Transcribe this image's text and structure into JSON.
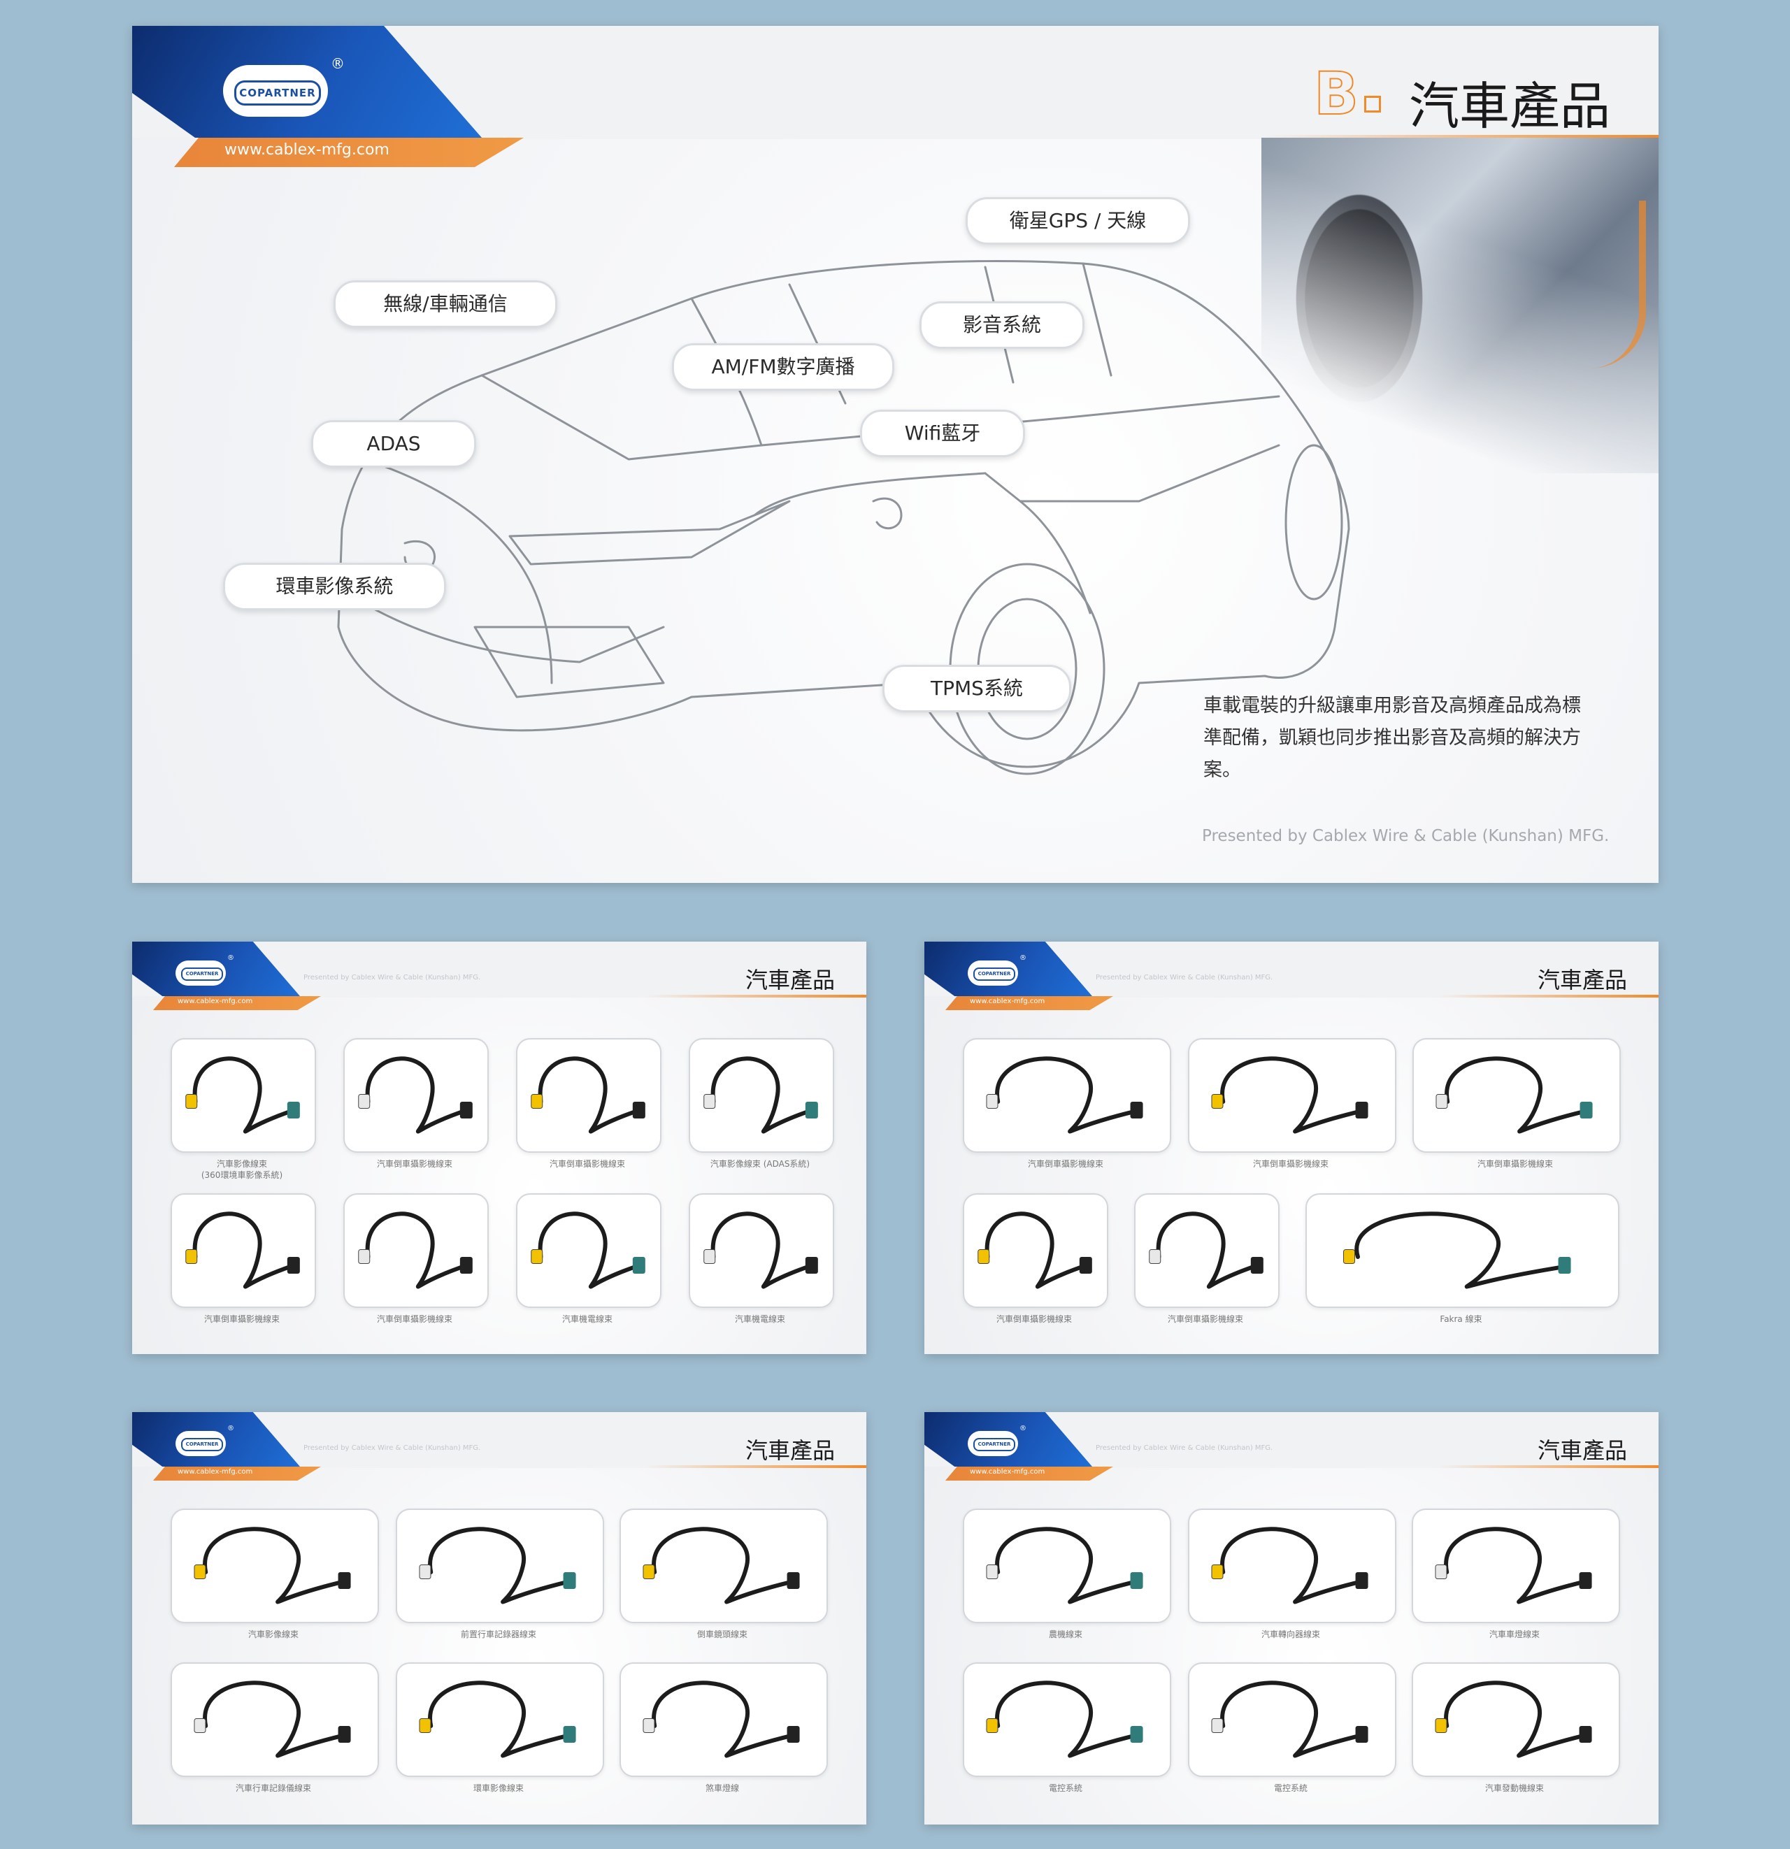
{
  "brand": {
    "logo_text": "COPARTNER",
    "registered": "®",
    "url": "www.cablex-mfg.com"
  },
  "hero": {
    "section_mark": "B",
    "title": "汽車產品",
    "labels": {
      "gps": "衛星GPS / 天線",
      "wireless": "無線/車輛通信",
      "av": "影音系統",
      "amfm": "AM/FM數字廣播",
      "wifi": "Wifi藍牙",
      "adas": "ADAS",
      "surround": "環車影像系統",
      "tpms": "TPMS系統"
    },
    "description": "車載電裝的升級讓車用影音及高頻產品成為標準配備，凱穎也同步推出影音及高頻的解決方案。",
    "presented": "Presented by Cablex Wire & Cable (Kunshan) MFG."
  },
  "slides": [
    {
      "title": "汽車產品",
      "presented": "Presented by Cablex Wire & Cable (Kunshan) MFG.",
      "captions": [
        "汽車影像線束\n(360環境車影像系統)",
        "汽車倒車攝影機線束",
        "汽車倒車攝影機線束",
        "汽車影像線束 (ADAS系統)",
        "汽車倒車攝影機線束",
        "汽車倒車攝影機線束",
        "汽車機電線束",
        "汽車機電線束"
      ]
    },
    {
      "title": "汽車產品",
      "presented": "Presented by Cablex Wire & Cable (Kunshan) MFG.",
      "captions": [
        "汽車倒車攝影機線束",
        "汽車倒車攝影機線束",
        "汽車倒車攝影機線束",
        "汽車倒車攝影機線束",
        "汽車倒車攝影機線束",
        "Fakra 線束"
      ]
    },
    {
      "title": "汽車產品",
      "presented": "Presented by Cablex Wire & Cable (Kunshan) MFG.",
      "captions": [
        "汽車影像線束",
        "前置行車記錄器線束",
        "倒車鏡頭線束",
        "汽車行車記錄儀線束",
        "環車影像線束",
        "煞車燈線"
      ]
    },
    {
      "title": "汽車產品",
      "presented": "Presented by Cablex Wire & Cable (Kunshan) MFG.",
      "captions": [
        "農機線束",
        "汽車轉向器線束",
        "汽車車燈線束",
        "電控系統",
        "電控系統",
        "汽車發動機線束"
      ]
    }
  ],
  "colors": {
    "background": "#9fbdd0",
    "brand_blue": "#1a56b8",
    "accent_orange": "#f08a2a"
  }
}
